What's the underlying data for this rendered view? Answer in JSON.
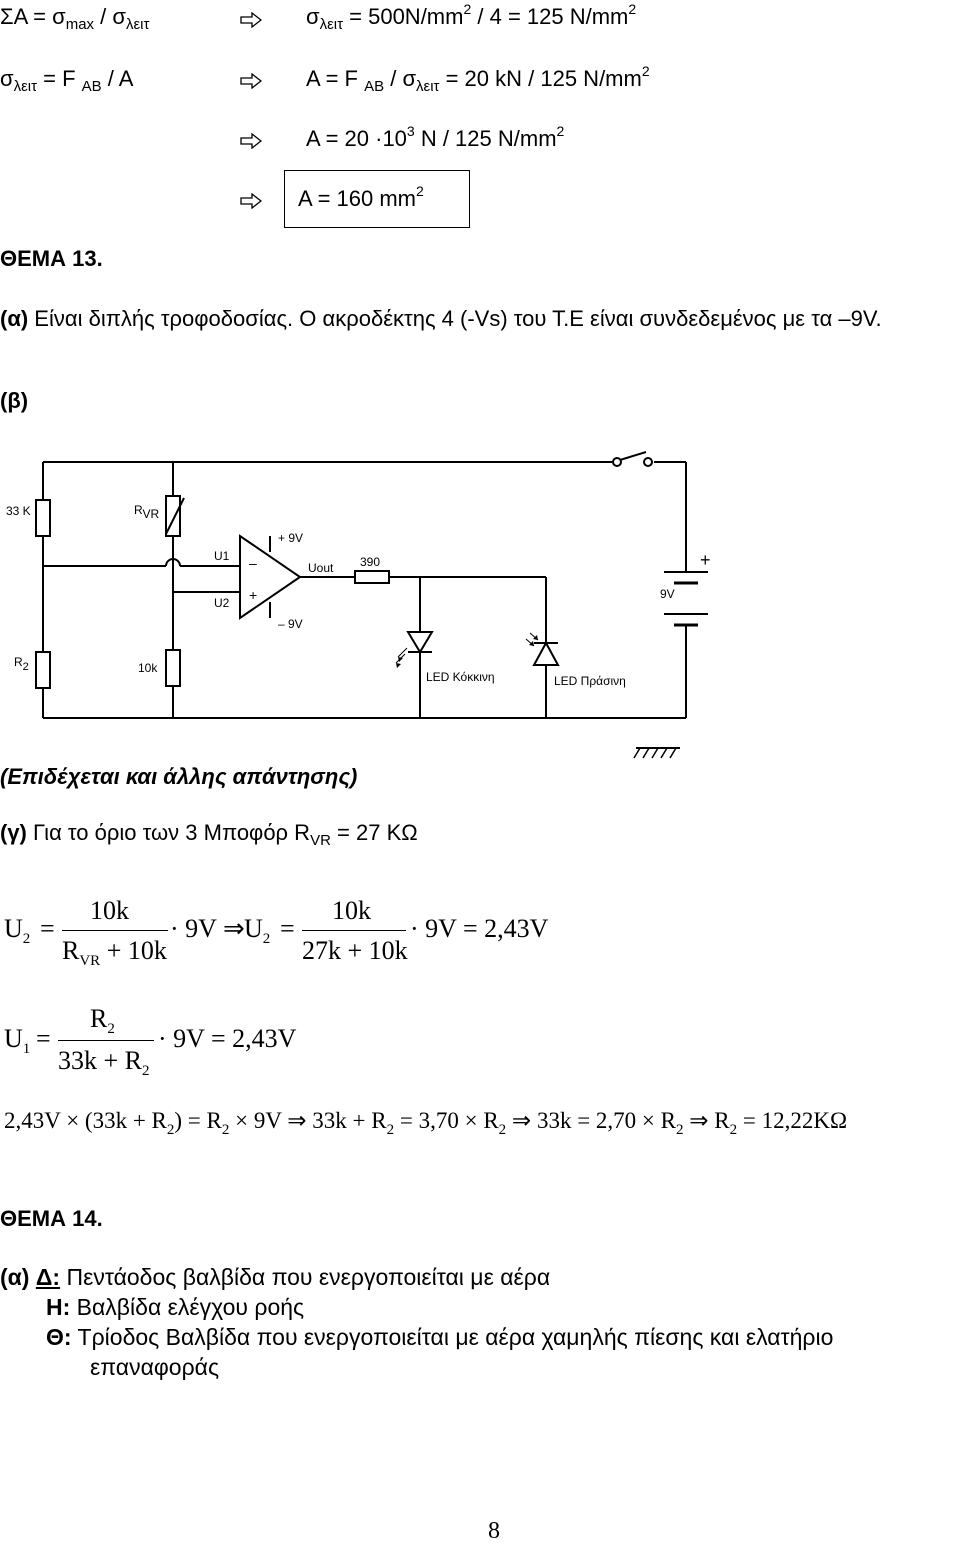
{
  "formulas": {
    "line1_left_a": "ΣΑ = σ",
    "line1_left_sub1": "max",
    "line1_left_b": " / σ",
    "line1_left_sub2": "λειτ",
    "line1_right_a": "σ",
    "line1_right_sub": "λειτ",
    "line1_right_b": " = 500N/mm",
    "line1_right_sup1": "2",
    "line1_right_c": " / 4 = 125 N/mm",
    "line1_right_sup2": "2",
    "line2_left_a": "σ",
    "line2_left_sub1": "λειτ",
    "line2_left_b": " = F ",
    "line2_left_sub2": "AB",
    "line2_left_c": " / A",
    "line2_right_a": "A = F ",
    "line2_right_sub1": "AB",
    "line2_right_b": " / σ",
    "line2_right_sub2": "λειτ",
    "line2_right_c": " = 20 kN / 125 N/mm",
    "line2_right_sup": "2",
    "line3_a": "A = 20 ·10",
    "line3_sup1": "3",
    "line3_b": " N / 125 N/mm",
    "line3_sup2": "2",
    "line4_a": "A = 160 mm",
    "line4_sup": "2"
  },
  "theme13": {
    "heading": "ΘΕΜΑ 13.",
    "a_label": "(α)",
    "a_text": " Είναι διπλής τροφοδοσίας. Ο ακροδέκτης 4 (-Vs) του Τ.Ε είναι συνδεδεμένος με τα –9V.",
    "b_label": "(β)",
    "note": "(Επιδέχεται και άλλης απάντησης)",
    "c_label": "(γ)",
    "c_text": " Για το όριο των 3 Μποφόρ R",
    "c_sub": "VR",
    "c_end": " = 27 KΩ"
  },
  "circuit": {
    "r1": "33 K",
    "rvr": "R",
    "rvr_sub": "VR",
    "r2": "R",
    "r2_sub": "2",
    "r10k": "10k",
    "u1": "U1",
    "u2": "U2",
    "plus9": "+ 9V",
    "minus9": "– 9V",
    "uout": "Uout",
    "r390": "390",
    "led_red": "LED Κόκκινη",
    "led_green": "LED Πράσινη",
    "bat": "9V",
    "bat_plus": "+",
    "oa_minus": "–",
    "oa_plus": "+"
  },
  "eq1": {
    "U": "U",
    "sub2": "2",
    "eq": "=",
    "num": "10k",
    "den_r": "R",
    "den_sub": "VR",
    "den_rest": "+ 10k",
    "mul": "· 9V ⇒",
    "U2": "U",
    "sub2b": "2",
    "eq2": "=",
    "num2": "10k",
    "den2": "27k + 10k",
    "res": "· 9V = 2,43V"
  },
  "eq2": {
    "U": "U",
    "sub1": "1",
    "eq": "=",
    "num": "R",
    "num_sub": "2",
    "den": "33k + R",
    "den_sub": "2",
    "res": "· 9V = 2,43V"
  },
  "eq3": {
    "a": "2,43V × (33k + R",
    "s1": "2",
    "b": ") = R",
    "s2": "2",
    "c": " × 9V ⇒ 33k + R",
    "s3": "2",
    "d": " = 3,70 × R",
    "s4": "2",
    "e": " ⇒ 33k = 2,70 × R",
    "s5": "2",
    "f": " ⇒ R",
    "s6": "2",
    "g": " = 12,22KΩ"
  },
  "theme14": {
    "heading": "ΘΕΜΑ 14.",
    "a_label": "(α)",
    "d_label": "Δ:",
    "d_text": " Πεντάοδος βαλβίδα που ενεργοποιείται με αέρα",
    "h_label": "Η:",
    "h_text": " Βαλβίδα ελέγχου ροής",
    "th_label": "Θ:",
    "th_text": " Τρίοδος Βαλβίδα που ενεργοποιείται με αέρα χαμηλής πίεσης και ελατήριο",
    "th_text2": "επαναφοράς"
  },
  "page_number": "8"
}
